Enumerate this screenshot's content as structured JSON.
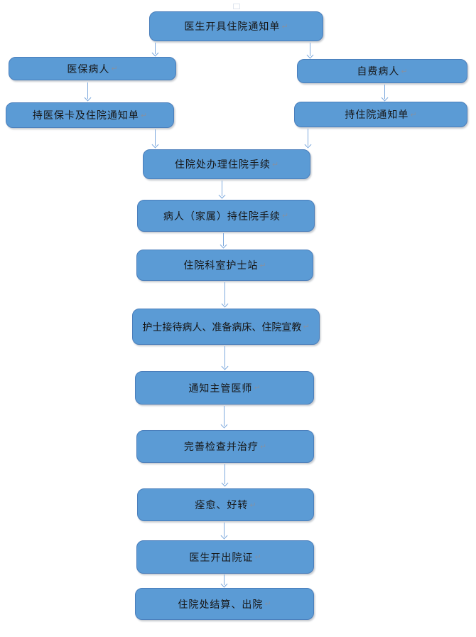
{
  "page": {
    "background": "#ffffff"
  },
  "diagram": {
    "type": "flowchart",
    "topic": "hospital-admission-discharge-process",
    "node_fill": "#5b9bd5",
    "node_border": "#4a7ebb",
    "arrow_color": "#7da9dd",
    "text_color": "#161616",
    "formatting_mark": "↵",
    "nodes": [
      {
        "id": "doctor-issues-admission-notice",
        "label": "医生开具住院通知单"
      },
      {
        "id": "insured-patient",
        "label": "医保病人"
      },
      {
        "id": "self-pay-patient",
        "label": "自费病人"
      },
      {
        "id": "hold-insurance-card-and-notice",
        "label": "持医保卡及住院通知单"
      },
      {
        "id": "hold-admission-notice",
        "label": "持住院通知单"
      },
      {
        "id": "admission-office-procedures",
        "label": "住院处办理住院手续"
      },
      {
        "id": "patient-family-holds-procedures",
        "label": "病人（家属）持住院手续"
      },
      {
        "id": "ward-nurse-station",
        "label": "住院科室护士站"
      },
      {
        "id": "nurse-receive-prepare-educate",
        "label": "护士接待病人、准备病床、住院宣教"
      },
      {
        "id": "notify-attending-physician",
        "label": "通知主管医师"
      },
      {
        "id": "complete-exams-and-treatment",
        "label": "完善检查并治疗"
      },
      {
        "id": "recovered-improved",
        "label": "痊愈、好转"
      },
      {
        "id": "doctor-issues-discharge-cert",
        "label": "医生开出院证"
      },
      {
        "id": "settlement-and-discharge",
        "label": "住院处结算、出院"
      }
    ],
    "edges": [
      {
        "from": "doctor-issues-admission-notice",
        "to": "insured-patient"
      },
      {
        "from": "doctor-issues-admission-notice",
        "to": "self-pay-patient"
      },
      {
        "from": "insured-patient",
        "to": "hold-insurance-card-and-notice"
      },
      {
        "from": "self-pay-patient",
        "to": "hold-admission-notice"
      },
      {
        "from": "hold-insurance-card-and-notice",
        "to": "admission-office-procedures"
      },
      {
        "from": "hold-admission-notice",
        "to": "admission-office-procedures"
      },
      {
        "from": "admission-office-procedures",
        "to": "patient-family-holds-procedures"
      },
      {
        "from": "patient-family-holds-procedures",
        "to": "ward-nurse-station"
      },
      {
        "from": "ward-nurse-station",
        "to": "nurse-receive-prepare-educate"
      },
      {
        "from": "nurse-receive-prepare-educate",
        "to": "notify-attending-physician"
      },
      {
        "from": "notify-attending-physician",
        "to": "complete-exams-and-treatment"
      },
      {
        "from": "complete-exams-and-treatment",
        "to": "recovered-improved"
      },
      {
        "from": "recovered-improved",
        "to": "doctor-issues-discharge-cert"
      },
      {
        "from": "doctor-issues-discharge-cert",
        "to": "settlement-and-discharge"
      }
    ]
  }
}
